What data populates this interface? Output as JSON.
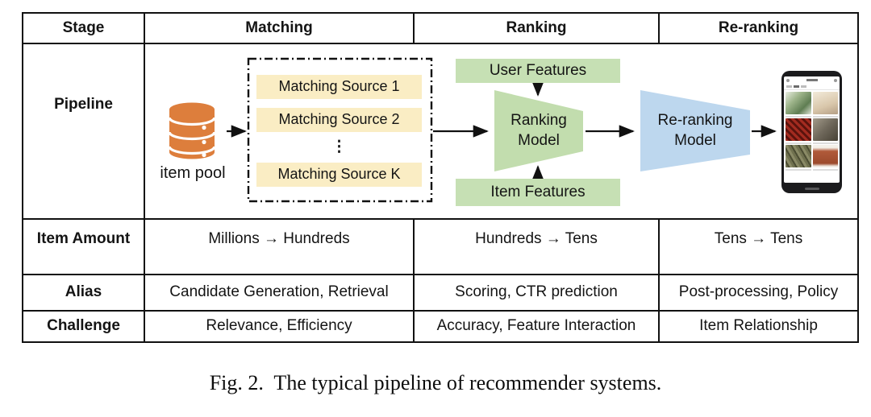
{
  "table": {
    "header": {
      "stage": "Stage",
      "matching": "Matching",
      "ranking": "Ranking",
      "reranking": "Re-ranking"
    },
    "pipeline_label": "Pipeline",
    "item_amount": {
      "label": "Item Amount",
      "matching": "Millions → Hundreds",
      "ranking": "Hundreds → Tens",
      "reranking": "Tens → Tens"
    },
    "alias": {
      "label": "Alias",
      "matching": "Candidate Generation, Retrieval",
      "ranking": "Scoring, CTR prediction",
      "reranking": "Post-processing, Policy"
    },
    "challenge": {
      "label": "Challenge",
      "matching": "Relevance, Efficiency",
      "ranking": "Accuracy, Feature Interaction",
      "reranking": "Item Relationship"
    }
  },
  "pipeline": {
    "item_pool_label": "item pool",
    "sources": [
      "Matching Source 1",
      "Matching Source 2",
      "Matching Source K"
    ],
    "ellipsis": "⋮",
    "user_features": "User Features",
    "item_features": "Item Features",
    "ranking_model": "Ranking Model",
    "reranking_model": "Re-ranking Model"
  },
  "caption": "Fig. 2.  The typical pipeline of recommender systems.",
  "colors": {
    "db-orange": "#DD7E3C",
    "source-yellow": "#FAEDC4",
    "feature-green": "#C6E0B4",
    "model-green": "#C2DDAE",
    "model-blue": "#BDD7EE",
    "line": "#111111"
  }
}
